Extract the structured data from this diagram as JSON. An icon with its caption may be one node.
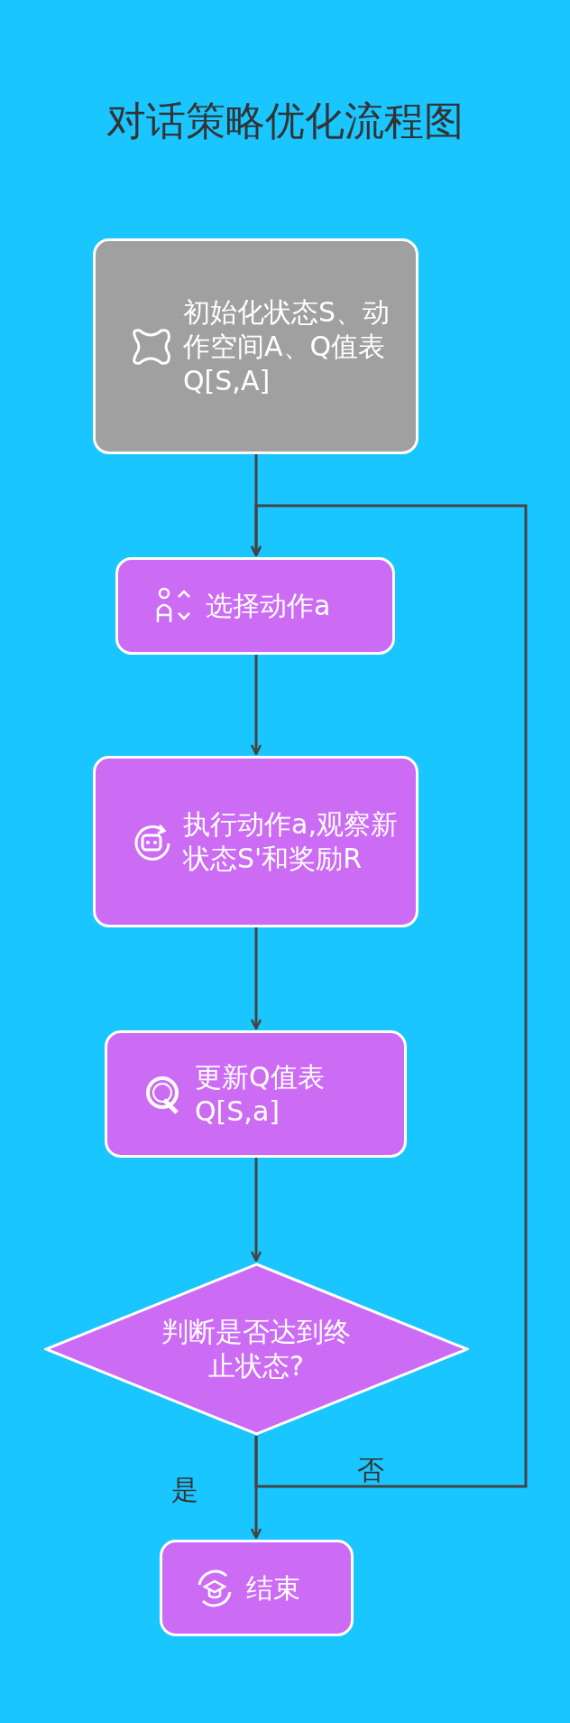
{
  "diagram": {
    "title": "对话策略优化流程图",
    "nodes": [
      {
        "text": [
          "初始化状态S、动作空间A、Q值表Q[S,A]"
        ]
      },
      {
        "text": [
          "选择动作a"
        ]
      },
      {
        "text": [
          "执行动作a,观察新状态S'和奖励R"
        ]
      },
      {
        "text": [
          "更新Q值表Q[S,a]"
        ]
      },
      {
        "text": [
          "判断是否达到终止状态?"
        ]
      },
      {
        "text": [
          "结束"
        ]
      }
    ],
    "edges": [
      {
        "from": 0,
        "to": 1,
        "arrow": "to"
      },
      {
        "from": 1,
        "to": 2,
        "arrow": "to"
      },
      {
        "from": 2,
        "to": 3,
        "arrow": "to"
      },
      {
        "from": 3,
        "to": 4,
        "arrow": "to"
      },
      {
        "from": 4,
        "to": 5,
        "arrow": "to",
        "label": "是"
      },
      {
        "from": 4,
        "to": 1,
        "arrow": "to",
        "label": "否"
      }
    ]
  }
}
